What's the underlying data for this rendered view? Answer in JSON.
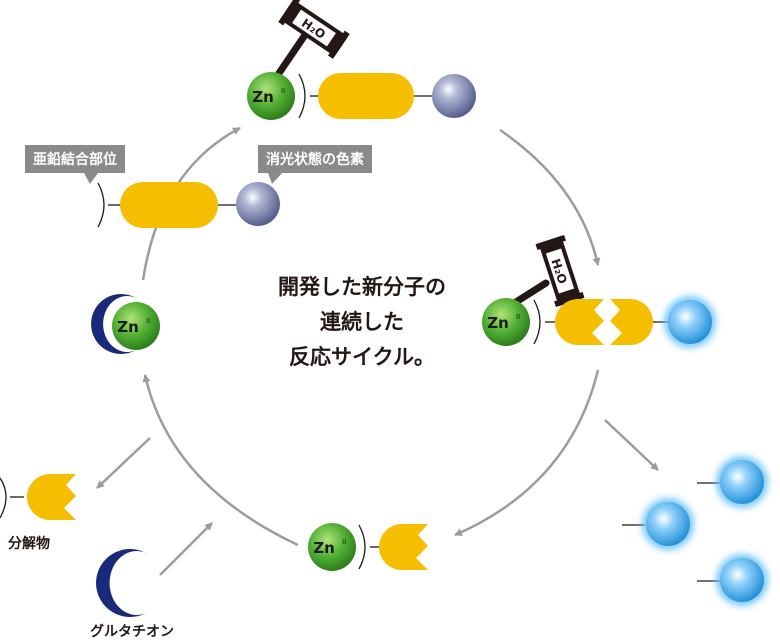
{
  "caption": {
    "line1": "開発した新分子の",
    "line2": "連続した",
    "line3": "反応サイクル。"
  },
  "labels": {
    "zinc_binding_site": "亜鉛結合部位",
    "quenched_dye": "消光状態の色素",
    "degradation_product": "分解物",
    "glutathione": "グルタチオン"
  },
  "zinc": {
    "symbol": "Zn",
    "oxidation": "II"
  },
  "hammer": {
    "water": "H₂O"
  },
  "colors": {
    "zinc_green": "#52b034",
    "binder_yellow": "#f5be00",
    "quenched_blue_gray": "#7a86b0",
    "fluorescent_blue": "#39a6e6",
    "glutathione_navy": "#1a2a7a",
    "arrow_gray": "#9c9c9c",
    "hammer_black": "#231815"
  }
}
